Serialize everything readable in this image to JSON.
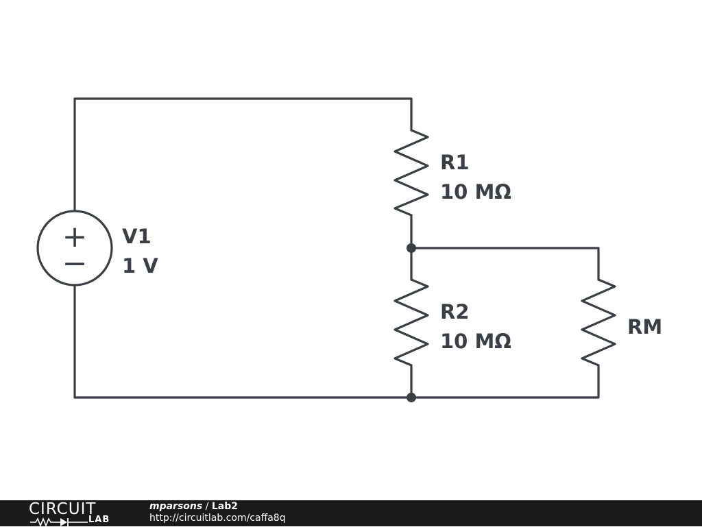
{
  "components": {
    "v1": {
      "ref": "V1",
      "value": "1 V",
      "plus_sign": "+",
      "minus_sign": "−"
    },
    "r1": {
      "ref": "R1",
      "value": "10 MΩ"
    },
    "r2": {
      "ref": "R2",
      "value": "10 MΩ"
    },
    "rm": {
      "ref": "RM"
    }
  },
  "footer": {
    "logo_top": "CIRCUIT",
    "logo_bottom": "LAB",
    "user": "mparsons",
    "separator": " / ",
    "title": "Lab2",
    "url": "http://circuitlab.com/caffa8q"
  },
  "colors": {
    "wire": "#3a3f45",
    "footer_bg": "#1a1a1a",
    "background": "#ffffff"
  }
}
